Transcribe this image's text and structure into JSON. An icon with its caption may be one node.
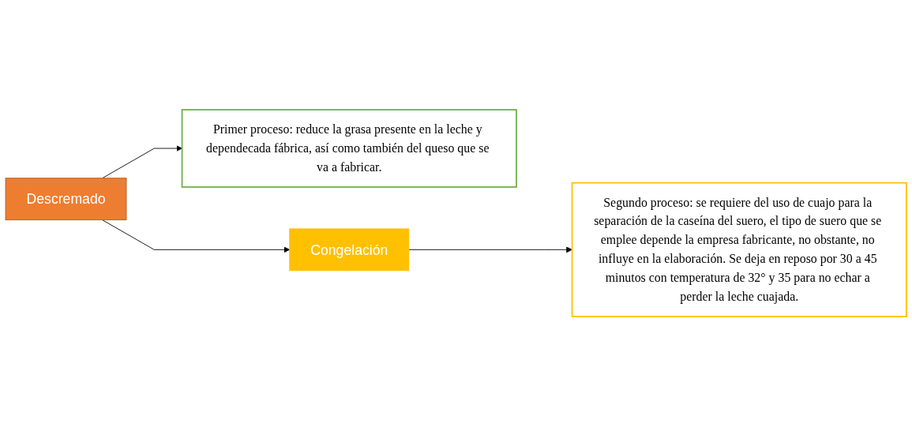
{
  "diagram": {
    "nodes": [
      {
        "text": [
          "Descremado"
        ]
      },
      {
        "text": [
          "Primer proceso: reduce la grasa presente en la leche y dependecada fábrica, así como también del queso que se va a fabricar."
        ]
      },
      {
        "text": [
          "Congelación"
        ]
      },
      {
        "text": [
          "Segundo proceso: se requiere del uso de cuajo para la separación de la caseína del suero, el tipo de suero que se emplee depende la empresa fabricante, no obstante, no influye en la elaboración. Se deja en reposo por 30 a 45 minutos con temperatura de 32° y 35 para no echar a perder la leche cuajada."
        ]
      }
    ],
    "edges": [
      {
        "from": 0,
        "to": 1,
        "arrow": "to"
      },
      {
        "from": 0,
        "to": 2,
        "arrow": "to"
      },
      {
        "from": 2,
        "to": 3,
        "arrow": "to"
      }
    ]
  }
}
